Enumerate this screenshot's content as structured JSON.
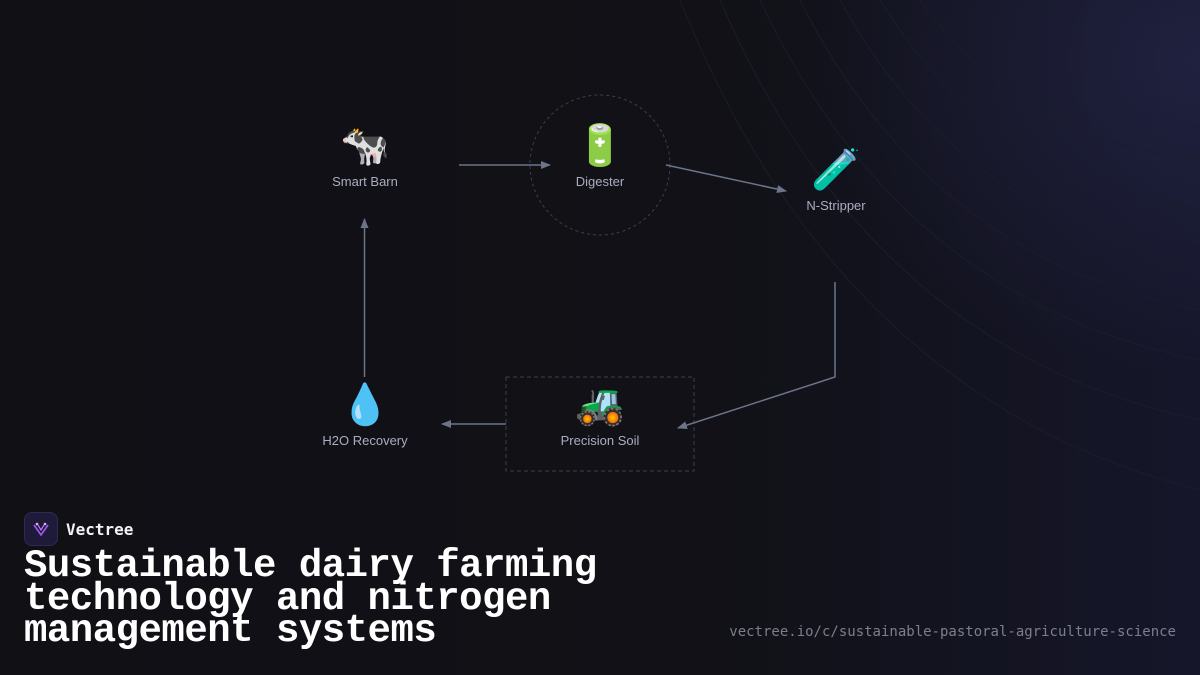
{
  "brand": {
    "name": "Vectree",
    "accent_color": "#a855f7"
  },
  "title": "Sustainable dairy farming technology and nitrogen management systems",
  "url": "vectree.io/c/sustainable-pastoral-agriculture-science",
  "diagram": {
    "nodes": [
      {
        "id": "smart-barn",
        "label": "Smart Barn",
        "icon": "cow-icon",
        "glyph": "🐄"
      },
      {
        "id": "digester",
        "label": "Digester",
        "icon": "battery-icon",
        "glyph": "🔋"
      },
      {
        "id": "n-stripper",
        "label": "N-Stripper",
        "icon": "test-tube-icon",
        "glyph": "🧪"
      },
      {
        "id": "precision-soil",
        "label": "Precision Soil",
        "icon": "tractor-icon",
        "glyph": "🚜"
      },
      {
        "id": "h2o-recovery",
        "label": "H2O Recovery",
        "icon": "droplet-icon",
        "glyph": "💧"
      }
    ],
    "edges": [
      {
        "from": "smart-barn",
        "to": "digester"
      },
      {
        "from": "digester",
        "to": "n-stripper"
      },
      {
        "from": "n-stripper",
        "to": "precision-soil"
      },
      {
        "from": "precision-soil",
        "to": "h2o-recovery"
      },
      {
        "from": "h2o-recovery",
        "to": "smart-barn"
      }
    ],
    "colors": {
      "edge": "#6b7488",
      "frame": "#3a3f4f",
      "label": "#a8aec0"
    }
  }
}
